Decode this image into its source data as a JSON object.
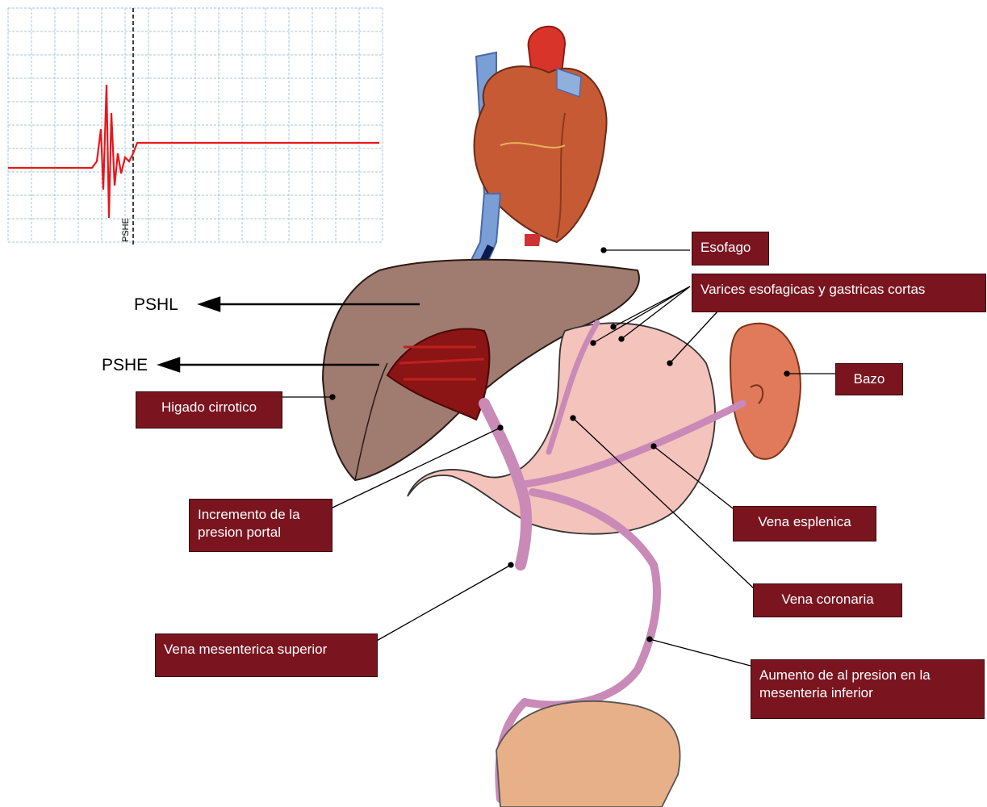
{
  "colors": {
    "callout_bg": "#7a1520",
    "vein": "#c98ab8",
    "liver": "#a07b70",
    "stomach": "#f4c3bb",
    "spleen": "#e07a5a",
    "tracing": "#e8161c",
    "grid": "#9fcad6",
    "balloon": "#f5e400"
  },
  "inset": {
    "marker_label": "PSHE"
  },
  "arrows": {
    "pshl": "PSHL",
    "pshe": "PSHE"
  },
  "labels": {
    "esofago": "Esofago",
    "varices": "Varices esofagicas y gastricas cortas",
    "bazo": "Bazo",
    "higado": "Higado cirrotico",
    "incremento": "Incremento de la presion portal",
    "esplenica": "Vena esplenica",
    "coronaria": "Vena coronaria",
    "mesenterica_sup": "Vena mesenterica superior",
    "mesenterica_inf": "Aumento de al presion en la mesenteria inferior"
  }
}
